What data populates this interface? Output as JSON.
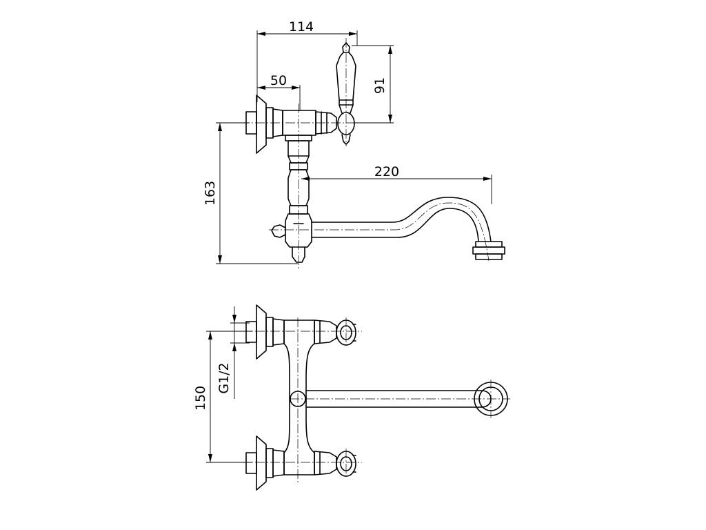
{
  "drawing": {
    "top_view": {
      "dimensions": {
        "overall_width": "114",
        "inner_width": "50",
        "handle_height": "91",
        "spout_reach": "220",
        "total_height": "163"
      }
    },
    "front_view": {
      "dimensions": {
        "inlet_spacing": "150",
        "thread_size": "G1/2"
      }
    }
  }
}
